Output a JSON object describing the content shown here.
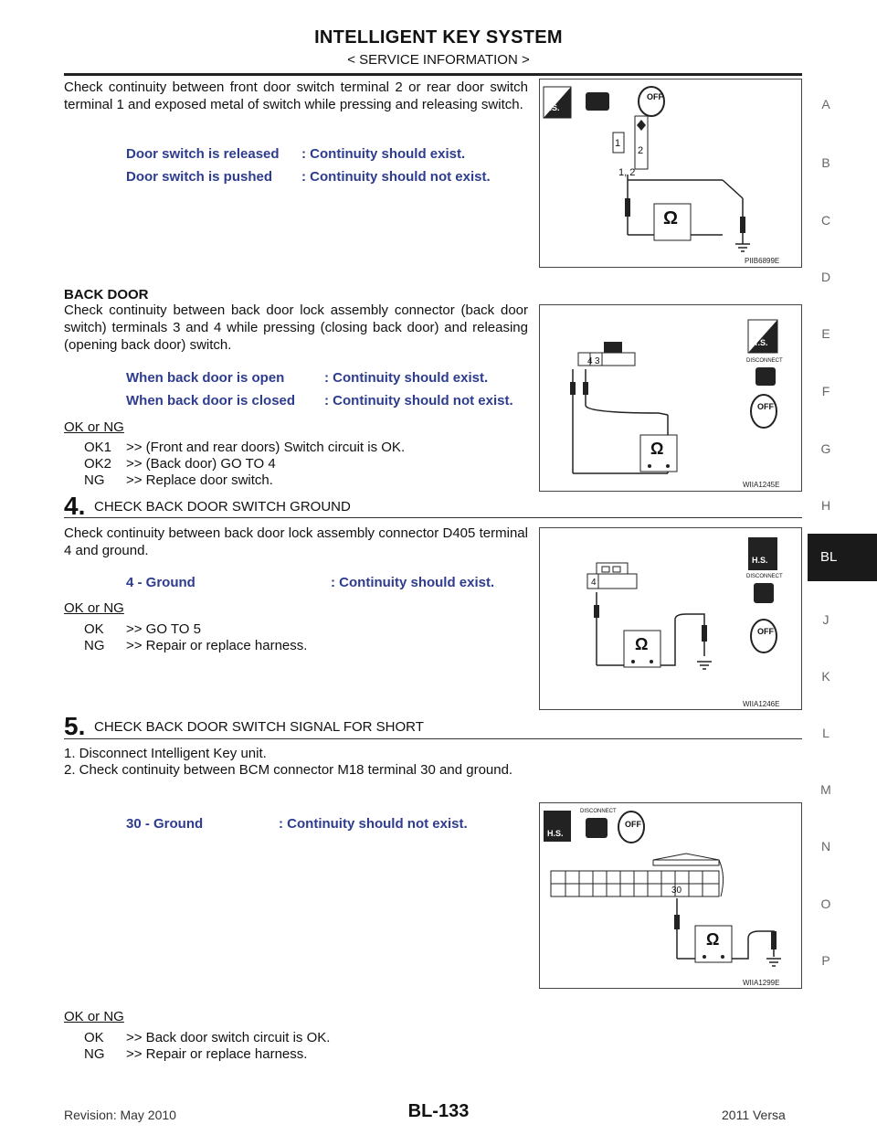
{
  "header": {
    "title": "INTELLIGENT KEY SYSTEM",
    "subtitle": "< SERVICE INFORMATION >"
  },
  "sidebar": {
    "letters": [
      "A",
      "B",
      "C",
      "D",
      "E",
      "F",
      "G",
      "H",
      "J",
      "K",
      "L",
      "M",
      "N",
      "O",
      "P"
    ],
    "active": "BL"
  },
  "section1": {
    "text": "Check continuity between front door switch terminal 2 or rear door switch terminal 1 and exposed metal of switch while pressing and releasing switch.",
    "rows": [
      {
        "label": "Door switch is released",
        "value": ": Continuity should exist."
      },
      {
        "label": "Door switch is pushed",
        "value": ": Continuity should not exist."
      }
    ],
    "figure_code": "PIIB6899E",
    "figure_labels": {
      "t1": "1",
      "t2": "2",
      "t12": "1, 2",
      "ts": "T.S.",
      "off": "OFF",
      "ohm": "Ω"
    }
  },
  "section2": {
    "heading": "BACK DOOR",
    "text": "Check continuity between back door lock assembly connector (back door switch) terminals 3 and 4 while pressing (closing back door) and releasing (opening back door) switch.",
    "rows": [
      {
        "label": "When back door is open",
        "value": ": Continuity should exist."
      },
      {
        "label": "When back door is closed",
        "value": ": Continuity should not exist."
      }
    ],
    "ok_ng": "OK or NG",
    "results": [
      {
        "code": "OK1",
        "text": ">> (Front and rear doors) Switch circuit is OK."
      },
      {
        "code": "OK2",
        "text": ">> (Back door) GO TO 4"
      },
      {
        "code": "NG",
        "text": ">> Replace door switch."
      }
    ],
    "figure_code": "WIIA1245E",
    "figure_labels": {
      "t4": "4",
      "t3": "3",
      "ts": "T.S.",
      "disconnect": "DISCONNECT",
      "off": "OFF",
      "ohm": "Ω"
    }
  },
  "step4": {
    "num": "4.",
    "title": "CHECK BACK DOOR SWITCH GROUND",
    "text": "Check continuity between back door lock assembly connector D405 terminal 4 and ground.",
    "row": {
      "label": "4 - Ground",
      "value": ": Continuity should exist."
    },
    "ok_ng": "OK or NG",
    "results": [
      {
        "code": "OK",
        "text": ">> GO TO 5"
      },
      {
        "code": "NG",
        "text": ">> Repair or replace harness."
      }
    ],
    "figure_code": "WIIA1246E",
    "figure_labels": {
      "t4": "4",
      "hs": "H.S.",
      "disconnect": "DISCONNECT",
      "off": "OFF",
      "ohm": "Ω"
    }
  },
  "step5": {
    "num": "5.",
    "title": "CHECK BACK DOOR SWITCH SIGNAL FOR SHORT",
    "items": [
      "1. Disconnect Intelligent Key unit.",
      "2. Check continuity between BCM connector M18 terminal 30 and ground."
    ],
    "row": {
      "label": "30 - Ground",
      "value": ": Continuity should not exist."
    },
    "ok_ng": "OK or NG",
    "results": [
      {
        "code": "OK",
        "text": ">> Back door switch circuit is OK."
      },
      {
        "code": "NG",
        "text": ">> Repair or replace harness."
      }
    ],
    "figure_code": "WIIA1299E",
    "figure_labels": {
      "t30": "30",
      "hs": "H.S.",
      "disconnect": "DISCONNECT",
      "off": "OFF",
      "ohm": "Ω"
    }
  },
  "footer": {
    "revision": "Revision: May 2010",
    "page": "BL-133",
    "model": "2011 Versa"
  }
}
